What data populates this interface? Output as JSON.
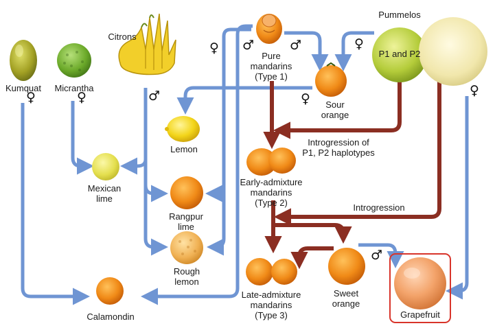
{
  "labels": {
    "kumquat": "Kumquat",
    "micrantha": "Micrantha",
    "citrons": "Citrons",
    "pure_mandarins": [
      "Pure",
      "mandarins",
      "(Type 1)"
    ],
    "pummelos": "Pummelos",
    "p1_p2": "P1 and P2",
    "sour_orange": [
      "Sour",
      "orange"
    ],
    "lemon": "Lemon",
    "mexican_lime": [
      "Mexican",
      "lime"
    ],
    "rangpur_lime": [
      "Rangpur",
      "lime"
    ],
    "rough_lemon": [
      "Rough",
      "lemon"
    ],
    "calamondin": "Calamondin",
    "introgression_p1p2": [
      "Introgression of",
      "P1, P2 haplotypes"
    ],
    "early_admixture": [
      "Early-admixture",
      "mandarins",
      "(Type 2)"
    ],
    "introgression": "Introgression",
    "late_admixture": [
      "Late-admixture",
      "mandarins",
      "(Type 3)"
    ],
    "sweet_orange": [
      "Sweet",
      "orange"
    ],
    "grapefruit": "Grapefruit"
  },
  "symbols": {
    "female": "♀",
    "male": "♂"
  },
  "colors": {
    "maternal_arrow": "#6f95d3",
    "introgression_arrow": "#8b2e22",
    "highlight_box": "#d8342a"
  },
  "icons": [
    "kumquat-icon",
    "micrantha-icon",
    "citron-icon",
    "pure-mandarin-icon",
    "pummelo-icon",
    "sour-orange-icon",
    "lemon-icon",
    "mexican-lime-icon",
    "rangpur-lime-icon",
    "rough-lemon-icon",
    "calamondin-icon",
    "early-mandarin-icon",
    "late-mandarin-icon",
    "sweet-orange-icon",
    "grapefruit-icon"
  ]
}
